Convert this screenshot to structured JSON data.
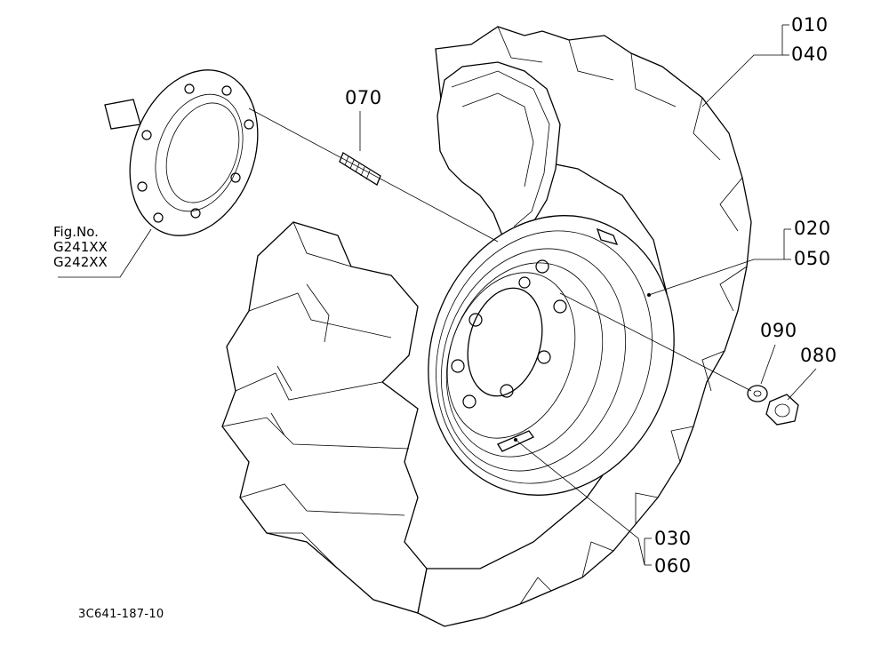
{
  "callouts": {
    "p010": "010",
    "p040": "040",
    "p070": "070",
    "p020": "020",
    "p050": "050",
    "p090": "090",
    "p080": "080",
    "p030": "030",
    "p060": "060"
  },
  "fig_ref": {
    "title": "Fig.No.",
    "line1": "G241XX",
    "line2": "G242XX"
  },
  "drawing_code": "3C641-187-10"
}
